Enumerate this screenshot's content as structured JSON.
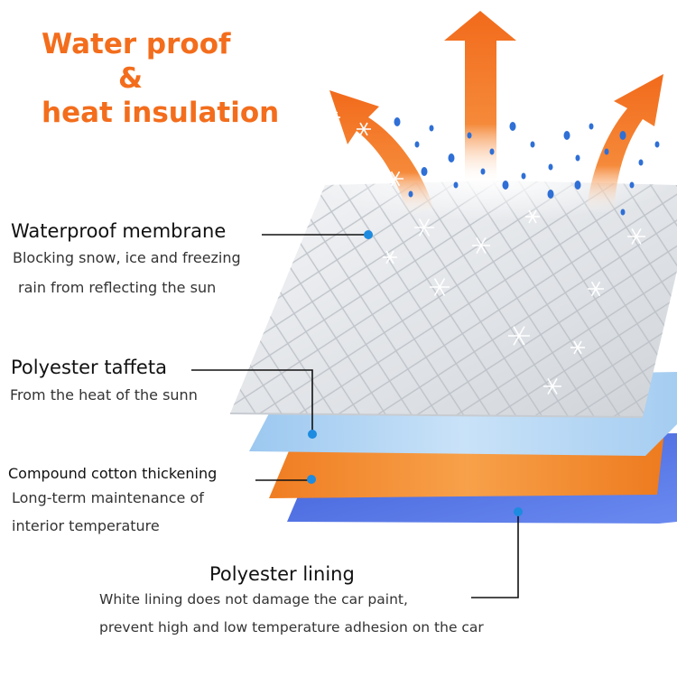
{
  "headline": {
    "line1": "Water proof",
    "line2": "&",
    "line3": "heat insulation"
  },
  "layers": [
    {
      "title": "Waterproof membrane",
      "desc_line1": "Blocking snow, ice and freezing",
      "desc_line2": "rain from reflecting the sun"
    },
    {
      "title": "Polyester taffeta",
      "desc_line1": "From the heat of the sunn"
    },
    {
      "title": "Compound cotton thickening",
      "desc_line1": "Long-term maintenance of",
      "desc_line2": "interior temperature"
    },
    {
      "title": "Polyester lining",
      "desc_line1": "White lining does not damage the car paint,",
      "desc_line2": "prevent high and low temperature adhesion on the car"
    }
  ],
  "colors": {
    "accent_orange": "#f36d1c",
    "membrane": "#e9ecef",
    "taffeta": "#a8cff2",
    "cotton": "#f08a2c",
    "lining": "#4a6fe0",
    "marker_dot": "#1d8be0",
    "water_drop": "#2f6fd6"
  },
  "icons": [
    "heat-arrow-icon",
    "snowflake-icon",
    "water-drop-icon"
  ]
}
